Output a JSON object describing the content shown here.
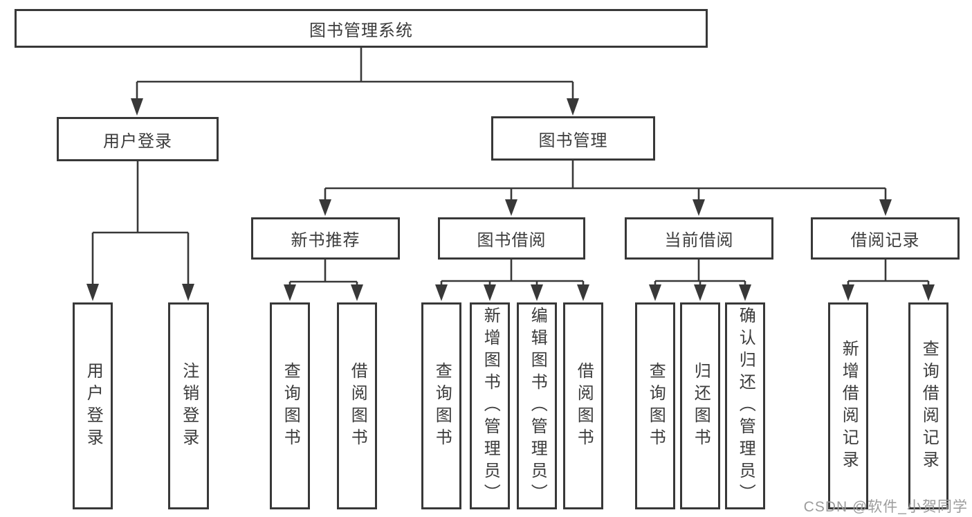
{
  "tree": {
    "root": "图书管理系统",
    "branches": [
      {
        "label": "用户登录",
        "leaves": [
          "用户登录",
          "注销登录"
        ]
      },
      {
        "label": "图书管理",
        "groups": [
          {
            "label": "新书推荐",
            "leaves": [
              "查询图书",
              "借阅图书"
            ]
          },
          {
            "label": "图书借阅",
            "leaves": [
              "查询图书",
              "新增图书（管理员）",
              "编辑图书（管理员）",
              "借阅图书"
            ]
          },
          {
            "label": "当前借阅",
            "leaves": [
              "查询图书",
              "归还图书",
              "确认归还（管理员）"
            ]
          },
          {
            "label": "借阅记录",
            "leaves": [
              "新增借阅记录",
              "查询借阅记录"
            ]
          }
        ]
      }
    ]
  },
  "watermark": "CSDN @软件_小贺同学",
  "colors": {
    "line": "#383838",
    "text": "#3b3b3b",
    "watermark": "#9c9c9c",
    "background": "#ffffff"
  }
}
